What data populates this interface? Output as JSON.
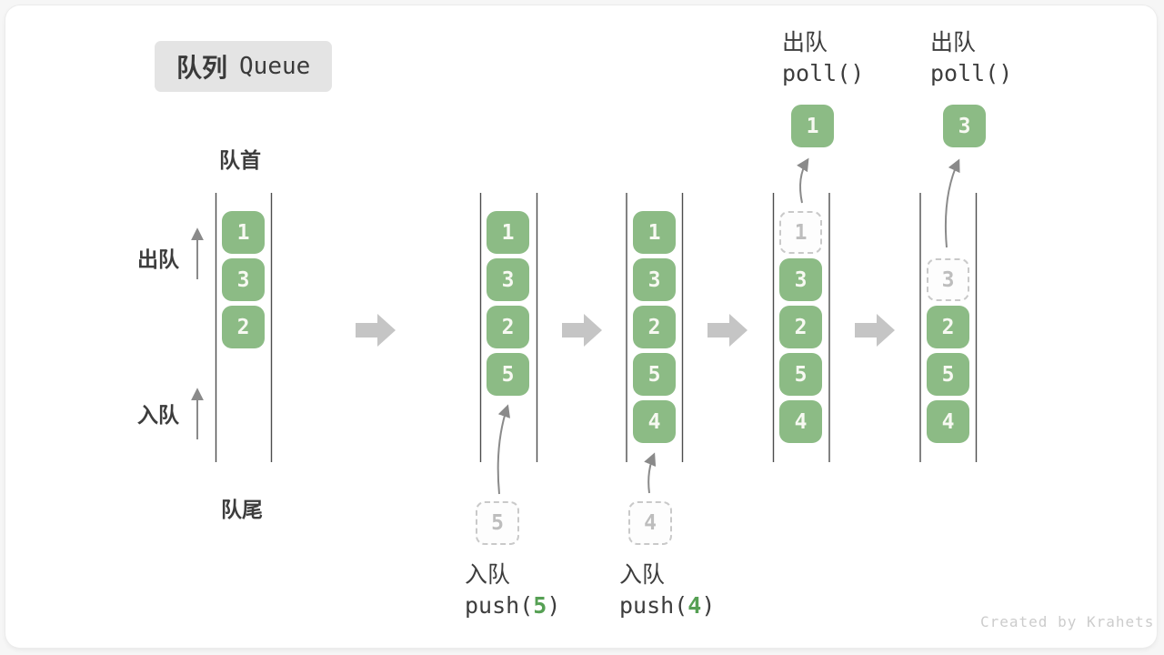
{
  "title": {
    "zh": "队列",
    "en": "Queue"
  },
  "labels": {
    "front": "队首",
    "rear": "队尾",
    "dequeue": "出队",
    "enqueue": "入队"
  },
  "columns": [
    {
      "cells": [
        {
          "v": "1"
        },
        {
          "v": "3"
        },
        {
          "v": "2"
        }
      ]
    },
    {
      "cells": [
        {
          "v": "1"
        },
        {
          "v": "3"
        },
        {
          "v": "2"
        },
        {
          "v": "5"
        }
      ]
    },
    {
      "cells": [
        {
          "v": "1"
        },
        {
          "v": "3"
        },
        {
          "v": "2"
        },
        {
          "v": "5"
        },
        {
          "v": "4"
        }
      ]
    },
    {
      "cells": [
        {
          "v": "1",
          "ghost": true
        },
        {
          "v": "3"
        },
        {
          "v": "2"
        },
        {
          "v": "5"
        },
        {
          "v": "4"
        }
      ]
    },
    {
      "cells": [
        {
          "v": "3",
          "ghost": true
        },
        {
          "v": "2"
        },
        {
          "v": "5"
        },
        {
          "v": "4"
        }
      ]
    }
  ],
  "popped": [
    {
      "v": "1"
    },
    {
      "v": "3"
    }
  ],
  "pending": [
    {
      "v": "5"
    },
    {
      "v": "4"
    }
  ],
  "ops": {
    "push_a": {
      "label": "入队",
      "fn": "push(",
      "arg": "5",
      "close": ")"
    },
    "push_b": {
      "label": "入队",
      "fn": "push(",
      "arg": "4",
      "close": ")"
    },
    "poll_a": {
      "label": "出队",
      "code": "poll()"
    },
    "poll_b": {
      "label": "出队",
      "code": "poll()"
    }
  },
  "colors": {
    "cell_green": "#8cbb85",
    "arg_green": "#56a054",
    "ghost_border": "#c9c9c9",
    "flow_arrow": "#c5c5c5",
    "thin_arrow": "#8a8a8a"
  },
  "watermark": "Created by Krahets"
}
